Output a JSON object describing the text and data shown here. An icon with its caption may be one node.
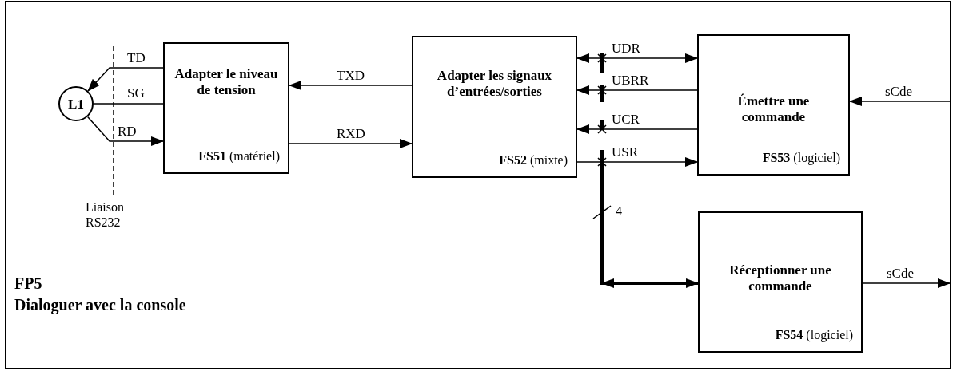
{
  "diagram": {
    "nodes": [
      {
        "text": [
          "FP5",
          "Dialoguer avec la console"
        ]
      },
      {
        "text": [
          "L1"
        ],
        "in": 0
      },
      {
        "text": [
          "Adapter le niveau de tension",
          "**FS51** (matériel)"
        ],
        "in": 0
      },
      {
        "text": [
          "Adapter les signaux d’entrées/sorties",
          "**FS52** (mixte)"
        ],
        "in": 0
      },
      {
        "text": [
          "Émettre une commande",
          "**FS53** (logiciel)"
        ],
        "in": 0
      },
      {
        "text": [
          "Réceptionner une commande",
          "**FS54** (logiciel)"
        ],
        "in": 0
      }
    ],
    "edges": [
      {
        "from": 2,
        "to": 1,
        "arrow": "to",
        "label": "TD"
      },
      {
        "from": 1,
        "to": 2,
        "arrow": "none",
        "label": "SG"
      },
      {
        "from": 1,
        "to": 2,
        "arrow": "to",
        "label": "RD"
      },
      {
        "from": 3,
        "to": 2,
        "arrow": "to",
        "label": "TXD"
      },
      {
        "from": 2,
        "to": 3,
        "arrow": "to",
        "label": "RXD"
      },
      {
        "from": 3,
        "to": 4,
        "arrow": "both",
        "label": "UDR"
      },
      {
        "from": 4,
        "to": 3,
        "arrow": "to",
        "label": "UBRR"
      },
      {
        "from": 4,
        "to": 3,
        "arrow": "to",
        "label": "UCR"
      },
      {
        "from": 3,
        "to": 4,
        "arrow": "to",
        "label": "USR"
      },
      {
        "from": null,
        "to": 5,
        "arrow": "both",
        "style": "thick"
      },
      {
        "from": null,
        "to": 4,
        "arrow": "to",
        "label": "sCde"
      },
      {
        "from": 5,
        "to": null,
        "arrow": "to",
        "label": "sCde"
      }
    ],
    "labels": [
      "Liaison RS232",
      "4"
    ]
  }
}
